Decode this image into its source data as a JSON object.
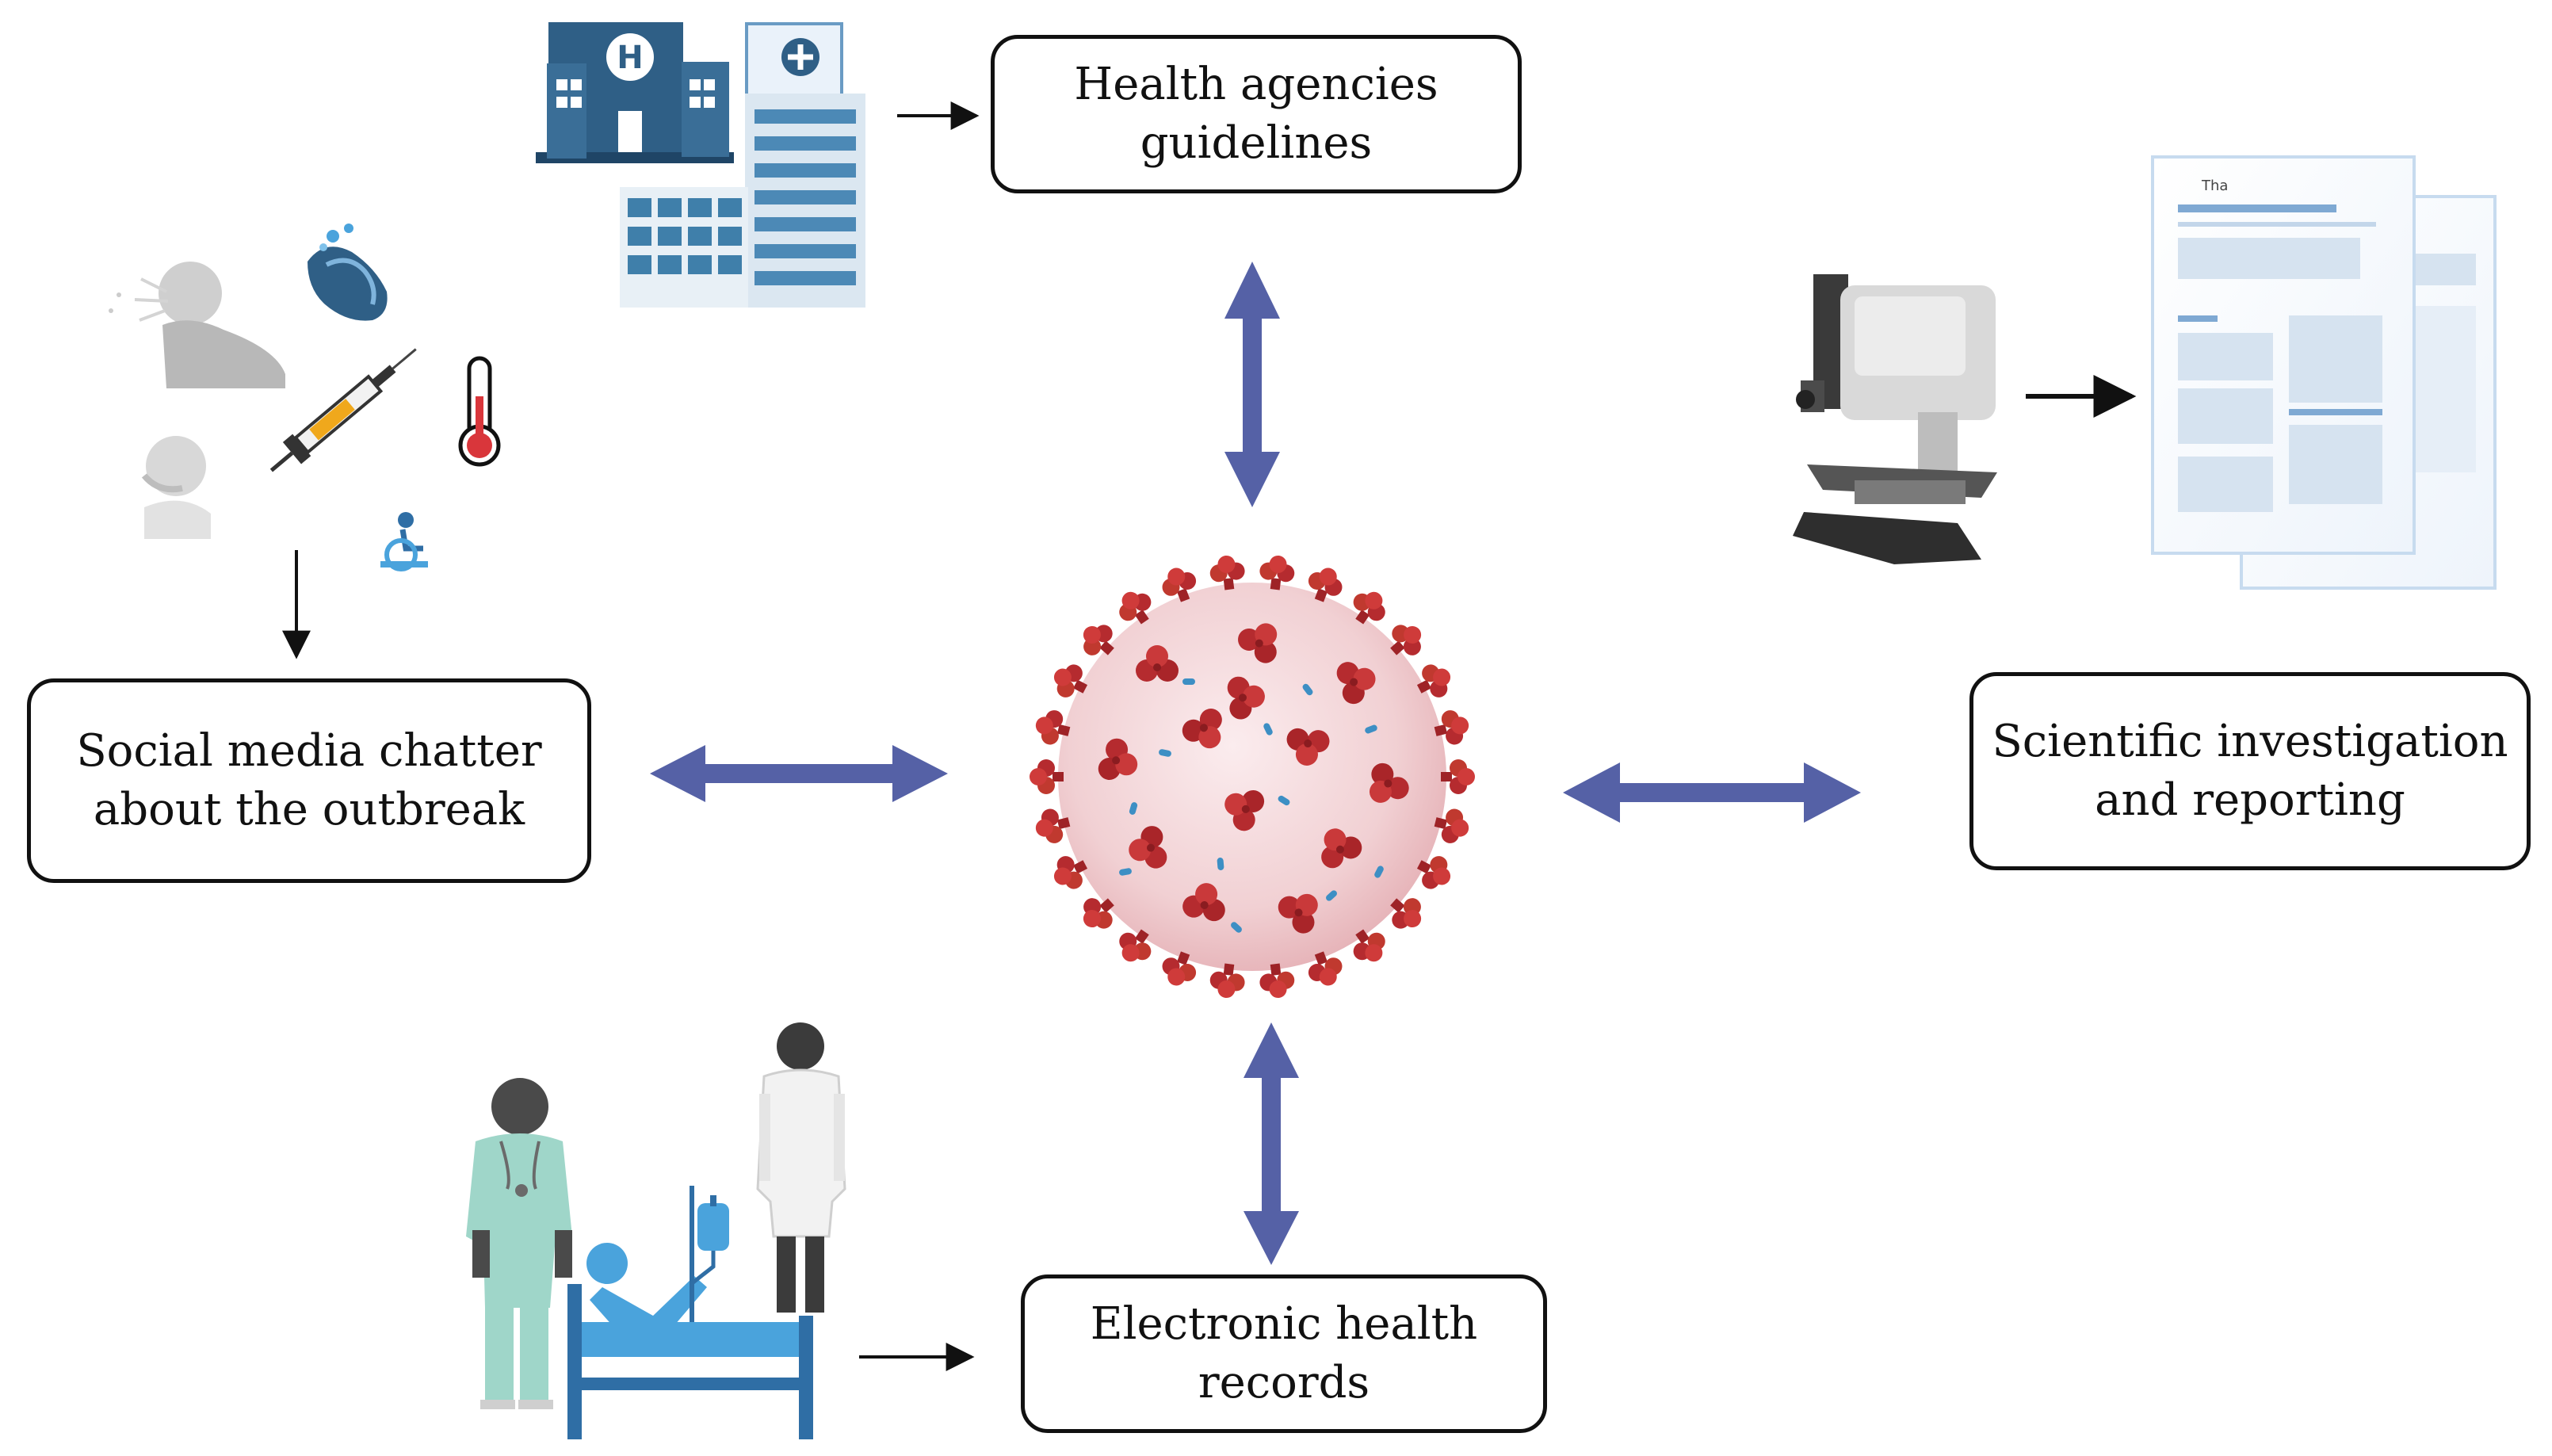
{
  "nodes": {
    "health_agencies": {
      "line1": "Health agencies",
      "line2": "guidelines"
    },
    "social_media": {
      "line1": "Social media chatter",
      "line2": "about the outbreak"
    },
    "scientific": {
      "line1": "Scientific investigation",
      "line2": "and reporting"
    },
    "ehr": {
      "line1": "Electronic health",
      "line2": "records"
    }
  },
  "icons": {
    "center": "coronavirus-icon",
    "health_agencies": "hospital-building-icon",
    "social_media": [
      "coughing-person-icon",
      "handwashing-icon",
      "syringe-icon",
      "thermometer-icon",
      "masked-person-icon",
      "wheelchair-icon"
    ],
    "scientific": [
      "microscope-icon",
      "research-paper-icon"
    ],
    "ehr": [
      "nurse-icon",
      "doctor-icon",
      "hospital-bed-patient-icon"
    ]
  },
  "colors": {
    "double_arrow": "#5561a6",
    "virus_spike": "#b5282c",
    "virus_body": "#f3d6d8",
    "hospital_blue": "#2f5f86",
    "patient_blue": "#4aa3dc",
    "nurse_green": "#9fd6c9"
  }
}
